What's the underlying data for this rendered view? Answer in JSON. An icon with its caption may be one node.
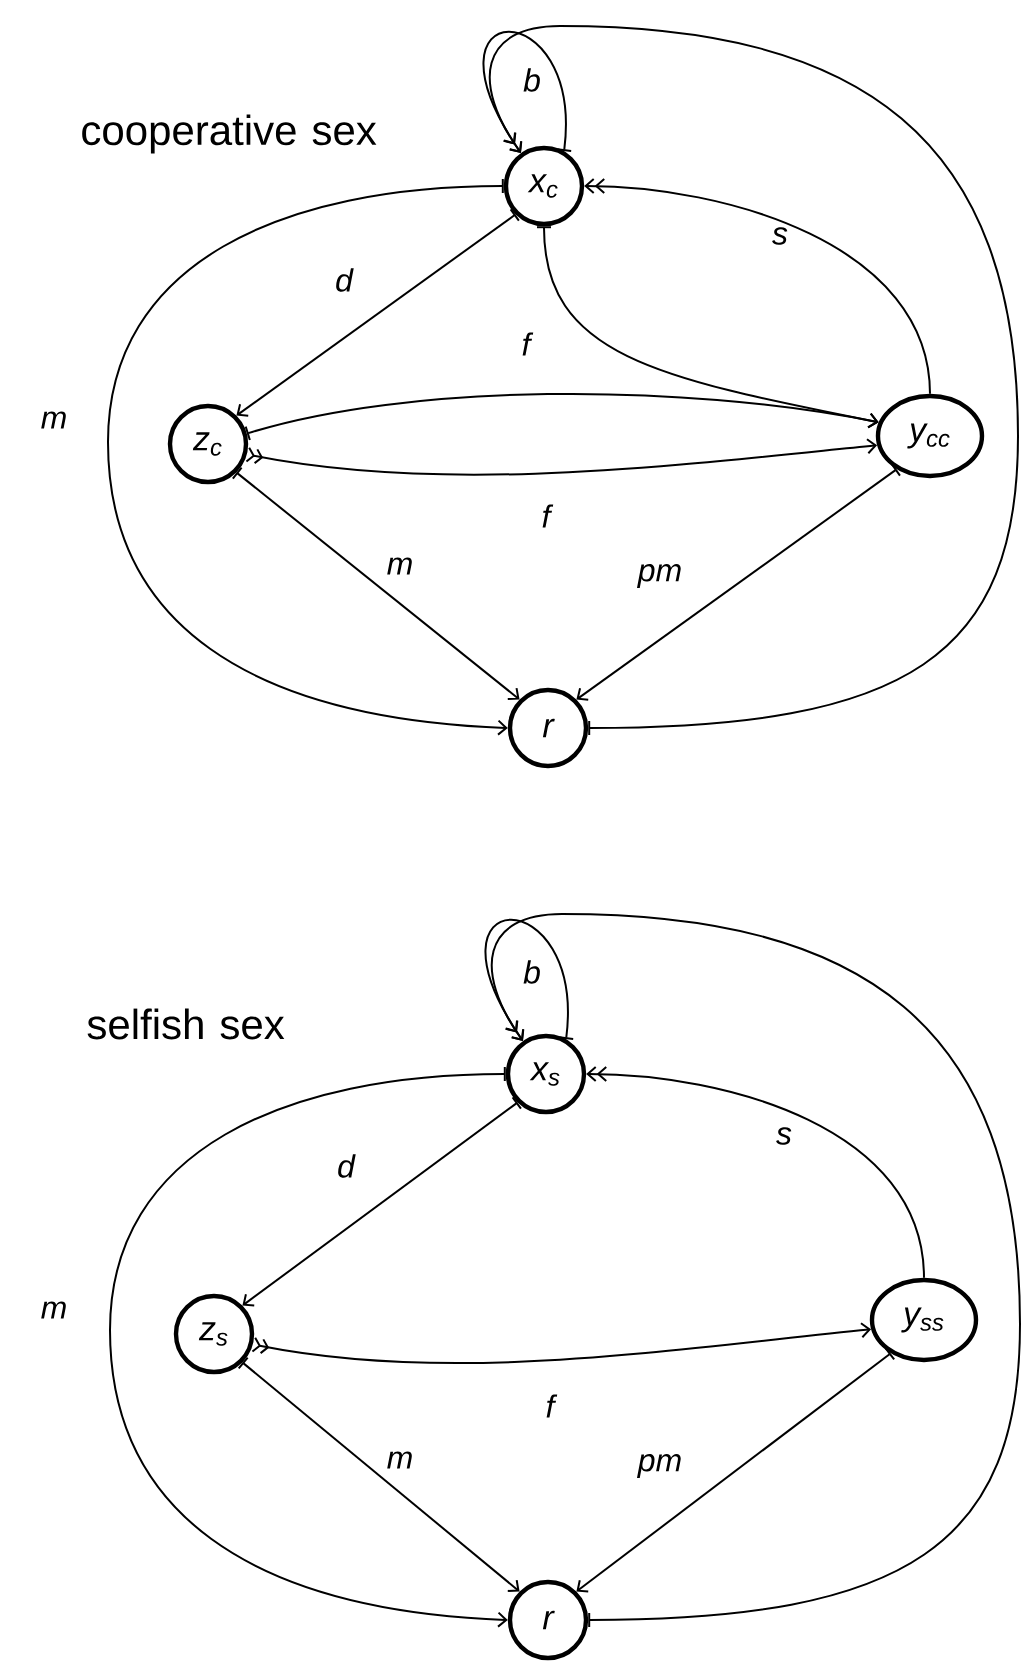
{
  "diagram": {
    "nodes": [
      {
        "text": [
          "x$_{c}$"
        ]
      },
      {
        "text": [
          "z$_{c}$"
        ]
      },
      {
        "text": [
          "y$_{cc}$"
        ]
      },
      {
        "text": [
          "r"
        ]
      },
      {
        "text": [
          "x$_{s}$"
        ]
      },
      {
        "text": [
          "z$_{s}$"
        ]
      },
      {
        "text": [
          "y$_{ss}$"
        ]
      },
      {
        "text": [
          "r"
        ]
      }
    ],
    "edges": [
      {
        "from": 0,
        "to": 0,
        "arrow": "to",
        "label": "b"
      },
      {
        "from": 0,
        "to": 1,
        "arrow": "to",
        "label": "d"
      },
      {
        "from": 0,
        "to": 3,
        "arrow": "to",
        "label": "m"
      },
      {
        "from": 2,
        "to": 0,
        "arrow": "to",
        "label": "s"
      },
      {
        "from": 1,
        "to": 2,
        "arrow": "to",
        "label": "f"
      },
      {
        "from": 0,
        "to": 2,
        "arrow": "to"
      },
      {
        "from": 1,
        "to": 2,
        "arrow": "to",
        "label": "f"
      },
      {
        "from": 1,
        "to": 3,
        "arrow": "to",
        "label": "m"
      },
      {
        "from": 2,
        "to": 3,
        "arrow": "to",
        "label": "pm"
      },
      {
        "from": 3,
        "to": 0,
        "arrow": "to"
      },
      {
        "from": 4,
        "to": 4,
        "arrow": "to",
        "label": "b"
      },
      {
        "from": 4,
        "to": 5,
        "arrow": "to",
        "label": "d"
      },
      {
        "from": 4,
        "to": 7,
        "arrow": "to",
        "label": "m"
      },
      {
        "from": 6,
        "to": 4,
        "arrow": "to",
        "label": "s"
      },
      {
        "from": 5,
        "to": 6,
        "arrow": "to",
        "label": "f"
      },
      {
        "from": 5,
        "to": 7,
        "arrow": "to",
        "label": "m"
      },
      {
        "from": 6,
        "to": 7,
        "arrow": "to",
        "label": "pm"
      },
      {
        "from": 7,
        "to": 4,
        "arrow": "to"
      }
    ],
    "labels": [
      "cooperative sex",
      "selfish sex"
    ]
  }
}
